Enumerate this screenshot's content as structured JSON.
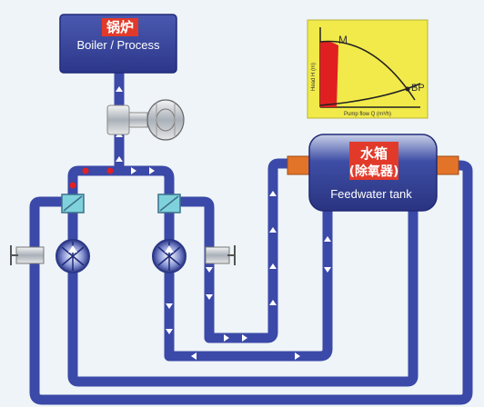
{
  "boiler": {
    "title_cn": "锅炉",
    "title_en": "Boiler / Process"
  },
  "tank": {
    "title_cn": "水箱",
    "subtitle_cn": "(除氧器)",
    "title_en": "Feedwater tank"
  },
  "pump_curve": {
    "point_max": "M",
    "point_bep": "BP",
    "ylabel": "Head H (m)",
    "xlabel": "Pump flow Q (m³/h)"
  },
  "colors": {
    "pipe": "#3b49a8",
    "pipe_edge": "#1f2a78",
    "flow_arrow": "#ffffff",
    "boiler_fill": "#3f4fa6",
    "tank_fill": "#3e4ea5",
    "flange": "#e2742a",
    "chart_bg": "#f1ea4a",
    "curve_fill": "#e02020",
    "sensor_dot": "#e22222"
  },
  "icons": [
    "motor-icon",
    "pump-icon",
    "valve-icon",
    "heat-exchanger-icon"
  ]
}
